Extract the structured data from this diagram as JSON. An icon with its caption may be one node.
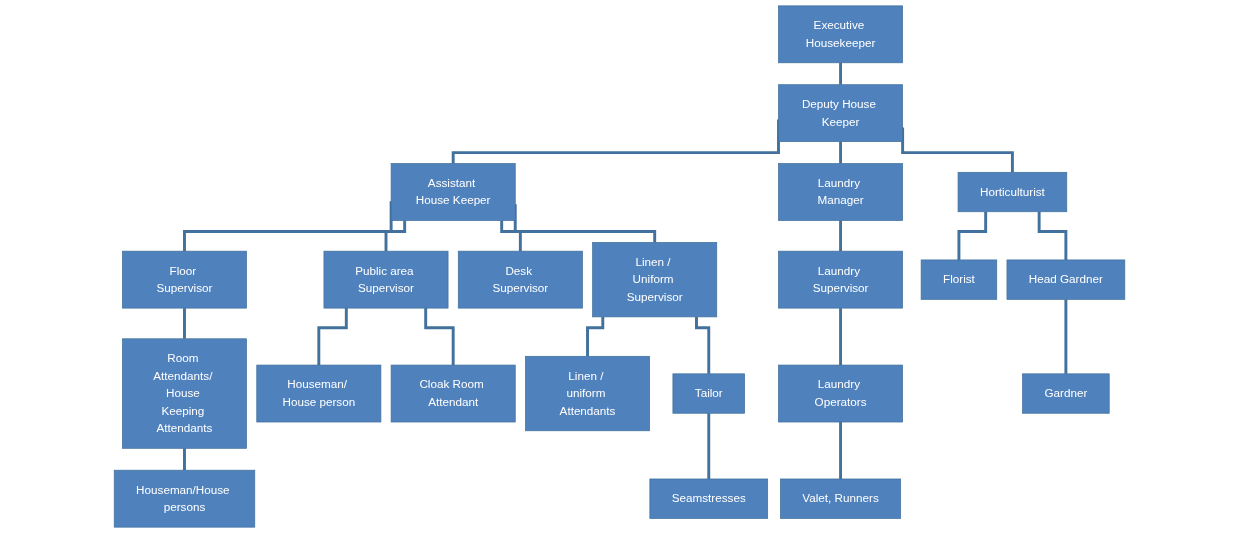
{
  "diagram": {
    "nodes": [
      {
        "text": [
          "Executive Housekeeper"
        ]
      },
      {
        "text": [
          "Deputy House Keeper"
        ]
      },
      {
        "text": [
          "Assistant House Keeper"
        ]
      },
      {
        "text": [
          "Laundry Manager"
        ]
      },
      {
        "text": [
          "Horticulturist"
        ]
      },
      {
        "text": [
          "Floor Supervisor"
        ]
      },
      {
        "text": [
          "Public area Supervisor"
        ]
      },
      {
        "text": [
          "Desk Supervisor"
        ]
      },
      {
        "text": [
          "Linen / Uniform Supervisor"
        ]
      },
      {
        "text": [
          "Laundry Supervisor"
        ]
      },
      {
        "text": [
          "Florist"
        ]
      },
      {
        "text": [
          "Head Gardner"
        ]
      },
      {
        "text": [
          "Room Attendants/ House Keeping Attendants"
        ]
      },
      {
        "text": [
          "Houseman/ House person"
        ]
      },
      {
        "text": [
          "Cloak Room Attendant"
        ]
      },
      {
        "text": [
          "Linen / uniform Attendants"
        ]
      },
      {
        "text": [
          "Tailor"
        ]
      },
      {
        "text": [
          "Laundry Operators"
        ]
      },
      {
        "text": [
          "Gardner"
        ]
      },
      {
        "text": [
          "Houseman/House persons"
        ]
      },
      {
        "text": [
          "Seamstresses"
        ]
      },
      {
        "text": [
          "Valet, Runners"
        ]
      }
    ],
    "edges": [
      {
        "from": 0,
        "to": 1,
        "arrow": "none"
      },
      {
        "from": 1,
        "to": 2,
        "arrow": "none"
      },
      {
        "from": 1,
        "to": 3,
        "arrow": "none"
      },
      {
        "from": 1,
        "to": 4,
        "arrow": "none"
      },
      {
        "from": 2,
        "to": 5,
        "arrow": "none"
      },
      {
        "from": 2,
        "to": 6,
        "arrow": "none"
      },
      {
        "from": 2,
        "to": 7,
        "arrow": "none"
      },
      {
        "from": 2,
        "to": 8,
        "arrow": "none"
      },
      {
        "from": 3,
        "to": 9,
        "arrow": "none"
      },
      {
        "from": 4,
        "to": 10,
        "arrow": "none"
      },
      {
        "from": 4,
        "to": 11,
        "arrow": "none"
      },
      {
        "from": 5,
        "to": 12,
        "arrow": "none"
      },
      {
        "from": 6,
        "to": 13,
        "arrow": "none"
      },
      {
        "from": 6,
        "to": 14,
        "arrow": "none"
      },
      {
        "from": 8,
        "to": 15,
        "arrow": "none"
      },
      {
        "from": 8,
        "to": 16,
        "arrow": "none"
      },
      {
        "from": 9,
        "to": 17,
        "arrow": "none"
      },
      {
        "from": 11,
        "to": 18,
        "arrow": "none"
      },
      {
        "from": 12,
        "to": 19,
        "arrow": "none"
      },
      {
        "from": 16,
        "to": 20,
        "arrow": "none"
      },
      {
        "from": 17,
        "to": 21,
        "arrow": "none"
      }
    ]
  }
}
